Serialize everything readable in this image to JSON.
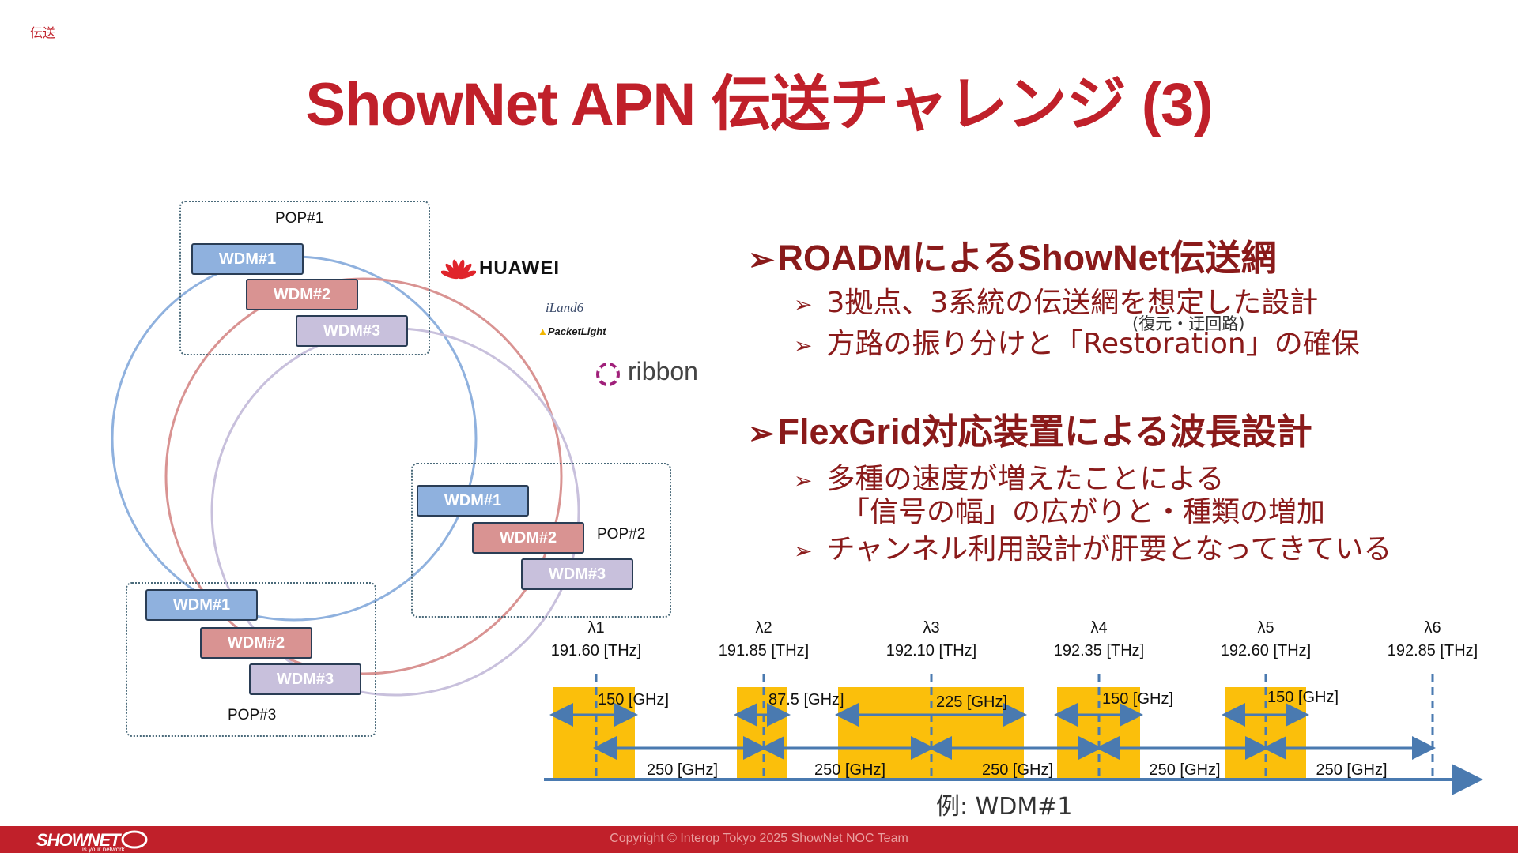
{
  "header": {
    "tag": "伝送",
    "title": "ShowNet APN 伝送チャレンジ (3)"
  },
  "topology": {
    "pops": [
      {
        "label": "POP#1",
        "wdm": [
          "WDM#1",
          "WDM#2",
          "WDM#3"
        ]
      },
      {
        "label": "POP#2",
        "wdm": [
          "WDM#1",
          "WDM#2",
          "WDM#3"
        ]
      },
      {
        "label": "POP#3",
        "wdm": [
          "WDM#1",
          "WDM#2",
          "WDM#3"
        ]
      }
    ],
    "ring_colors": {
      "wdm1": "#8fb1de",
      "wdm2": "#d99392",
      "wdm3": "#c8c0dc"
    }
  },
  "vendors": {
    "huawei": "HUAWEI",
    "iland": "iLand6",
    "packetlight": "PacketLight",
    "ribbon": "ribbon"
  },
  "bullets": {
    "section1": {
      "heading": "ROADMによるShowNet伝送網",
      "items": [
        "3拠点、3系統の伝送網を想定した設計",
        "方路の振り分けと「Restoration」の確保"
      ],
      "note": "(復元・迂回路)"
    },
    "section2": {
      "heading": "FlexGrid対応装置による波長設計",
      "items": [
        "多種の速度が増えたことによる",
        "「信号の幅」の広がりと・種類の増加",
        "チャンネル利用設計が肝要となってきている"
      ]
    },
    "arrow_glyph": "➢"
  },
  "spectrum": {
    "lambdas": [
      {
        "name": "λ1",
        "freq": "191.60 [THz]"
      },
      {
        "name": "λ2",
        "freq": "191.85 [THz]"
      },
      {
        "name": "λ3",
        "freq": "192.10 [THz]"
      },
      {
        "name": "λ4",
        "freq": "192.35 [THz]"
      },
      {
        "name": "λ5",
        "freq": "192.60 [THz]"
      },
      {
        "name": "λ6",
        "freq": "192.85 [THz]"
      }
    ],
    "widths": [
      "150 [GHz]",
      "87.5 [GHz]",
      "225 [GHz]",
      "150 [GHz]",
      "150 [GHz]"
    ],
    "spacings": [
      "250 [GHz]",
      "250 [GHz]",
      "250 [GHz]",
      "250 [GHz]",
      "250 [GHz]"
    ],
    "caption": "例: WDM#1",
    "block_color": "#fbbf0b",
    "axis_color": "#4a7ab0"
  },
  "footer": {
    "copyright": "Copyright © Interop Tokyo 2025 ShowNet NOC Team",
    "logo": "SHOWNET",
    "logo_sub": "is your network."
  }
}
